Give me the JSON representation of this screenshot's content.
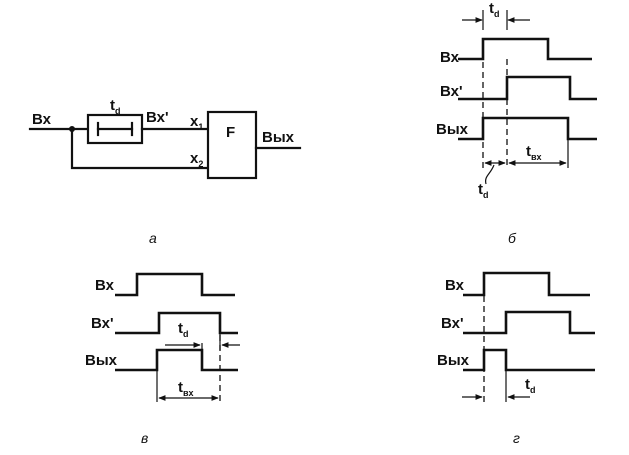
{
  "circuit": {
    "input_label": "Вх",
    "delay_main": "t",
    "delay_sub": "d",
    "delayed_label": "Вх'",
    "x1_main": "x",
    "x1_sub": "1",
    "x2_main": "x",
    "x2_sub": "2",
    "gate_label": "F",
    "output_label": "Вых"
  },
  "timing_b": {
    "td_main": "t",
    "td_sub": "d",
    "vx_label": "Вх",
    "vx_prime_label": "Вх'",
    "vyx_label": "Вых",
    "tvx_main": "t",
    "tvx_sub": "вх",
    "td_bottom_main": "t",
    "td_bottom_sub": "d"
  },
  "timing_v": {
    "vx_label": "Вх",
    "vx_prime_label": "Вх'",
    "vyx_label": "Вых",
    "td_main": "t",
    "td_sub": "d",
    "tvx_main": "t",
    "tvx_sub": "вх"
  },
  "timing_g": {
    "vx_label": "Вх",
    "vx_prime_label": "Вх'",
    "vyx_label": "Вых",
    "td_main": "t",
    "td_sub": "d"
  },
  "captions": {
    "a": "а",
    "b": "б",
    "v": "в",
    "g": "г"
  }
}
